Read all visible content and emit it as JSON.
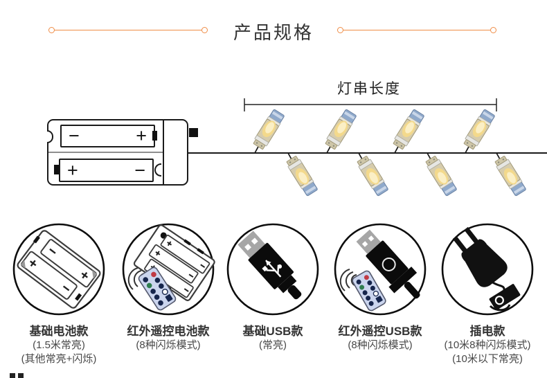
{
  "header": {
    "title": "产品规格"
  },
  "diagram": {
    "length_label": "灯串长度",
    "lights_count": 8,
    "battery_box": {
      "top_left_polarity": "−",
      "top_right_polarity": "+",
      "bottom_left_polarity": "+",
      "bottom_right_polarity": "−"
    }
  },
  "products": [
    {
      "icon": "battery-box-icon",
      "name": "基础电池款",
      "notes": [
        "(1.5米常亮)",
        "(其他常亮+闪烁)"
      ]
    },
    {
      "icon": "remote-battery-icon",
      "name": "红外遥控电池款",
      "notes": [
        "(8种闪烁模式)"
      ]
    },
    {
      "icon": "usb-plug-icon",
      "name": "基础USB款",
      "notes": [
        "(常亮)"
      ]
    },
    {
      "icon": "remote-usb-icon",
      "name": "红外遥控USB款",
      "notes": [
        "(8种闪烁模式)"
      ]
    },
    {
      "icon": "power-plug-icon",
      "name": "插电款",
      "notes": [
        "(10米8种闪烁模式)",
        "(10米以下常亮)"
      ]
    }
  ],
  "colors": {
    "accent_orange": "#EF8C45",
    "text_dark": "#333333",
    "wire_black": "#1a1a1a",
    "glow_warm": "#F3D98C",
    "cap_blue": "#8FA9CB",
    "remote_body": "#CBD5EE",
    "remote_red": "#C03A44",
    "remote_green": "#2F7D4F",
    "remote_navy": "#16254C"
  }
}
